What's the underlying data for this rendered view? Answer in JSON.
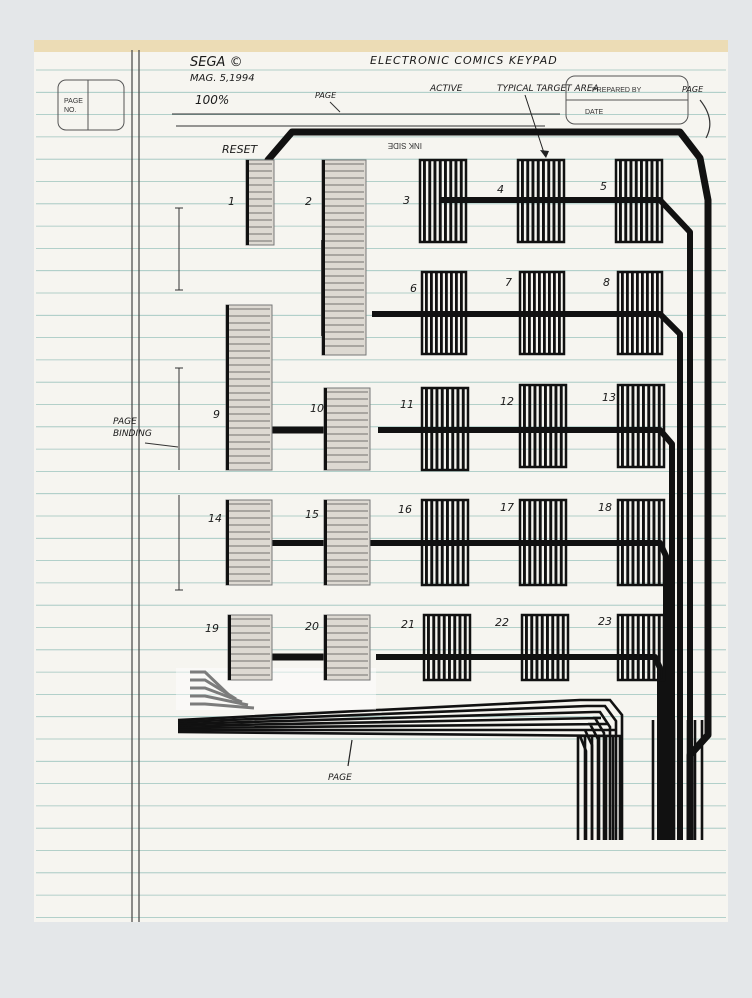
{
  "header": {
    "company": "SEGA ©",
    "date": "MAG. 5,1994",
    "scale": "100%",
    "title": "ELECTRONIC COMICS KEYPAD",
    "active_label": "ACTIVE",
    "target_label": "TYPICAL TARGET AREA",
    "page_no_label": "PAGE NO.",
    "prepared_by": "PREPARED BY",
    "date_label": "DATE"
  },
  "annotations": {
    "page_top": "PAGE",
    "page_right": "PAGE",
    "page_bottom": "PAGE",
    "page_binding": "PAGE BINDING",
    "ink_side": "INK SIDE",
    "reset": "RESET"
  },
  "keys": [
    {
      "n": "1"
    },
    {
      "n": "2"
    },
    {
      "n": "3"
    },
    {
      "n": "4"
    },
    {
      "n": "5"
    },
    {
      "n": "6"
    },
    {
      "n": "7"
    },
    {
      "n": "8"
    },
    {
      "n": "9"
    },
    {
      "n": "10"
    },
    {
      "n": "11"
    },
    {
      "n": "12"
    },
    {
      "n": "13"
    },
    {
      "n": "14"
    },
    {
      "n": "15"
    },
    {
      "n": "16"
    },
    {
      "n": "17"
    },
    {
      "n": "18"
    },
    {
      "n": "19"
    },
    {
      "n": "20"
    },
    {
      "n": "21"
    },
    {
      "n": "22"
    },
    {
      "n": "23"
    }
  ]
}
